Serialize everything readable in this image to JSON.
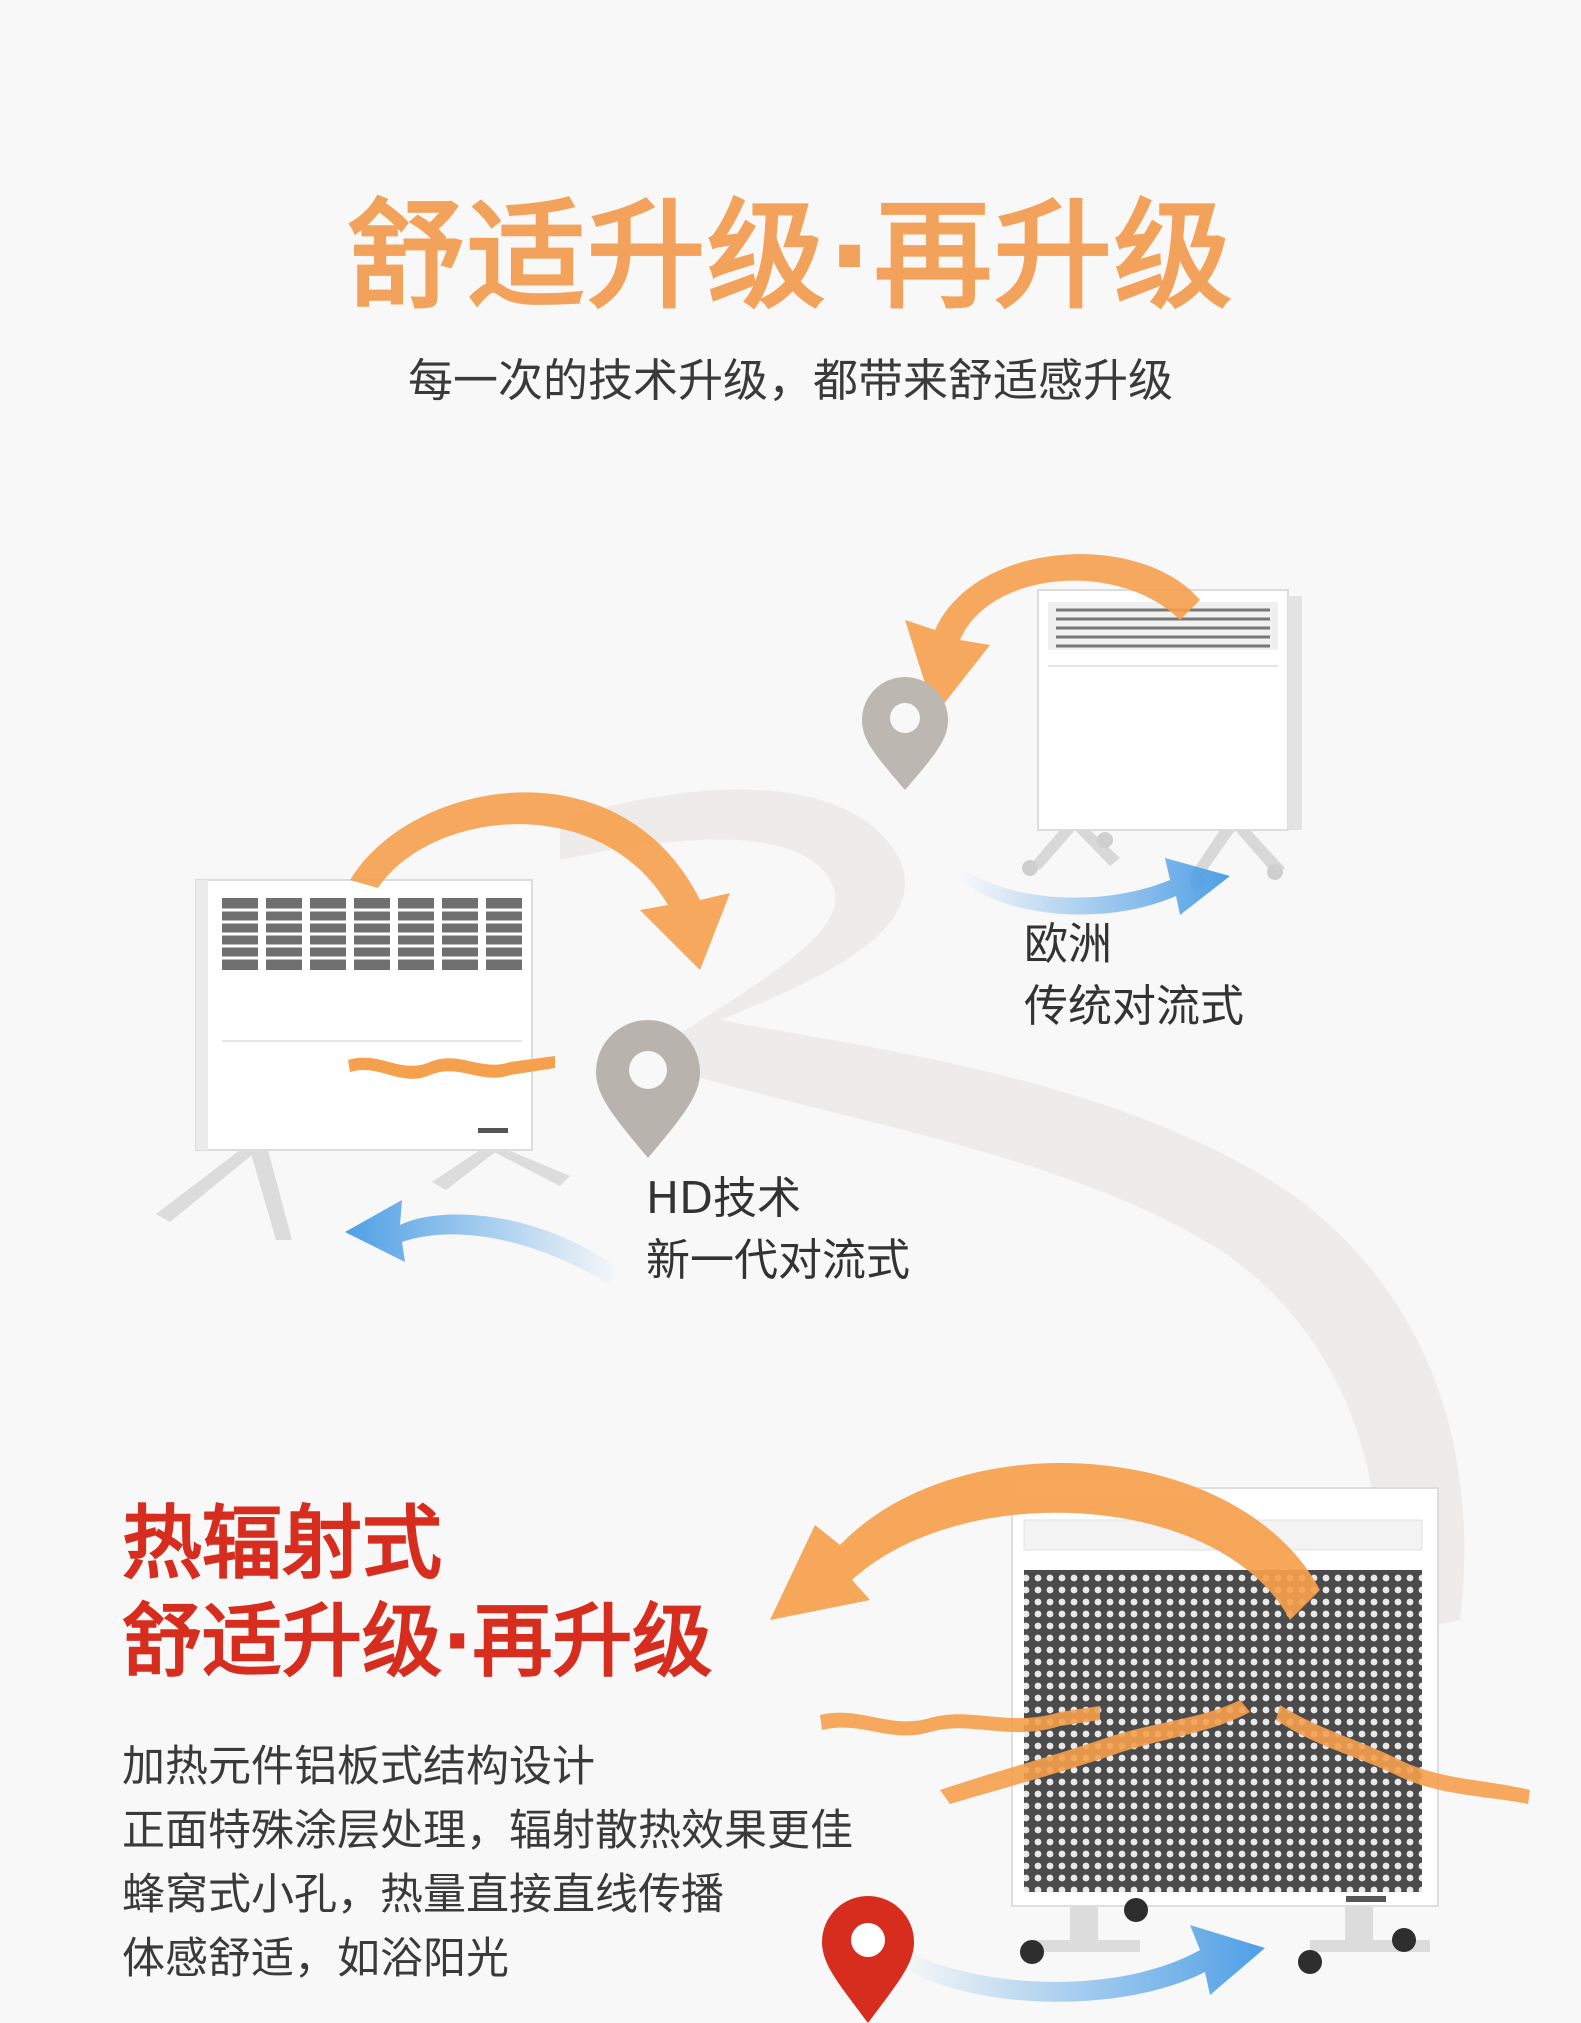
{
  "header": {
    "title": "舒适升级·再升级",
    "subtitle": "每一次的技术升级，都带来舒适感升级"
  },
  "stages": {
    "european": {
      "line1": "欧洲",
      "line2": "传统对流式"
    },
    "hd": {
      "line1": "HD技术",
      "line2": "新一代对流式"
    }
  },
  "radiant": {
    "title_line1": "热辐射式",
    "title_line2": "舒适升级·再升级",
    "features": [
      "加热元件铝板式结构设计",
      "正面特殊涂层处理，辐射散热效果更佳",
      "蜂窝式小孔，热量直接直线传播",
      "体感舒适，如浴阳光"
    ]
  },
  "icons": {
    "location_pin_grey": "location-pin-icon",
    "location_pin_red": "location-pin-icon"
  },
  "colors": {
    "title_orange": "#f2a25a",
    "heat_orange": "#f5a04c",
    "cool_blue": "#5aa8ea",
    "accent_red": "#d62d1f",
    "pin_grey": "#b9b3ad"
  }
}
